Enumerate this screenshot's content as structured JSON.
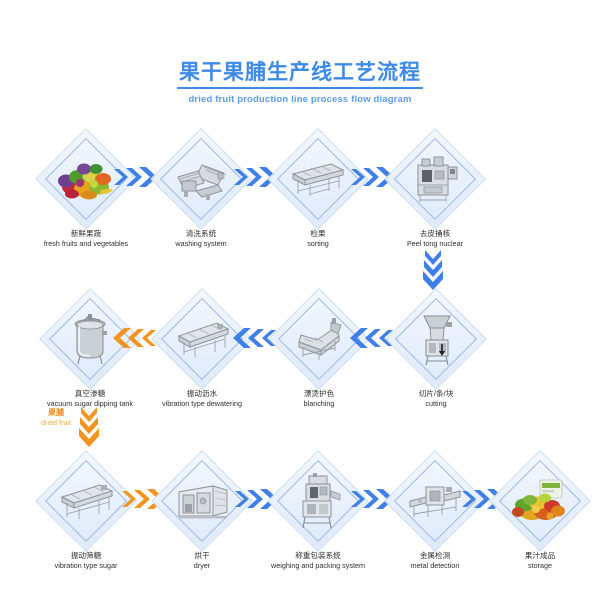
{
  "title": {
    "cn": "果干果脯生产线工艺流程",
    "en": "dried fruit production line process flow diagram",
    "color": "#3d8ae8"
  },
  "colors": {
    "blue_arrow": "#3f7fe8",
    "orange_arrow": "#f2941f",
    "diamond_fill": "#e9f1fc",
    "diamond_inner_border": "#9ab8e8",
    "title_blue": "#3d8ae8",
    "dried_fruit_orange": "#f08a1e",
    "background": "#ffffff"
  },
  "dried_fruit_tag": {
    "cn": "果脯",
    "en": "dried fruit"
  },
  "rows": [
    {
      "id": "row-1",
      "direction": "left-to-right",
      "nodes": [
        {
          "cn": "新鲜果蔬",
          "en": "fresh fruits and vegetables",
          "art": "fruit-pile-icon"
        },
        {
          "cn": "清洗系统",
          "en": "washing system",
          "art": "washing-machine-icon"
        },
        {
          "cn": "检果",
          "en": "sorting",
          "art": "sorting-conveyor-icon"
        },
        {
          "cn": "去皮捅核",
          "en": "Peel tong nuclear",
          "art": "peeling-machine-icon"
        }
      ],
      "arrows": [
        {
          "color": "blue",
          "direction": "right"
        },
        {
          "color": "blue",
          "direction": "right"
        },
        {
          "color": "blue",
          "direction": "right"
        }
      ]
    },
    {
      "id": "row-2",
      "direction": "right-to-left",
      "nodes": [
        {
          "cn": "真空渗糖",
          "en": "vacuum sugar dipping tank",
          "art": "vacuum-tank-icon"
        },
        {
          "cn": "振动沥水",
          "en": "vibration type dewatering",
          "art": "dewatering-conveyor-icon"
        },
        {
          "cn": "漂烫护色",
          "en": "blanching",
          "art": "blanching-machine-icon"
        },
        {
          "cn": "切片/条/块",
          "en": "cutting",
          "art": "cutting-machine-icon"
        }
      ],
      "arrows": [
        {
          "color": "orange",
          "direction": "left"
        },
        {
          "color": "blue",
          "direction": "left"
        },
        {
          "color": "blue",
          "direction": "left"
        }
      ]
    },
    {
      "id": "row-3",
      "direction": "left-to-right",
      "nodes": [
        {
          "cn": "振动筛糖",
          "en": "vibration type sugar",
          "art": "sugar-sieve-icon"
        },
        {
          "cn": "烘干",
          "en": "dryer",
          "art": "dryer-room-icon"
        },
        {
          "cn": "称重包装系统",
          "en": "weighing and packing system",
          "art": "packing-machine-icon"
        },
        {
          "cn": "金属检测",
          "en": "metal detection",
          "art": "metal-detector-icon"
        },
        {
          "cn": "果汁成品",
          "en": "storage",
          "art": "packaged-product-icon"
        }
      ],
      "arrows": [
        {
          "color": "orange",
          "direction": "right"
        },
        {
          "color": "blue",
          "direction": "right"
        },
        {
          "color": "blue",
          "direction": "right"
        },
        {
          "color": "blue",
          "direction": "right"
        }
      ]
    }
  ],
  "connectors": [
    {
      "id": "connector-row1-row2",
      "color": "blue",
      "direction": "down"
    },
    {
      "id": "connector-row2-row3",
      "color": "orange",
      "direction": "down"
    }
  ]
}
